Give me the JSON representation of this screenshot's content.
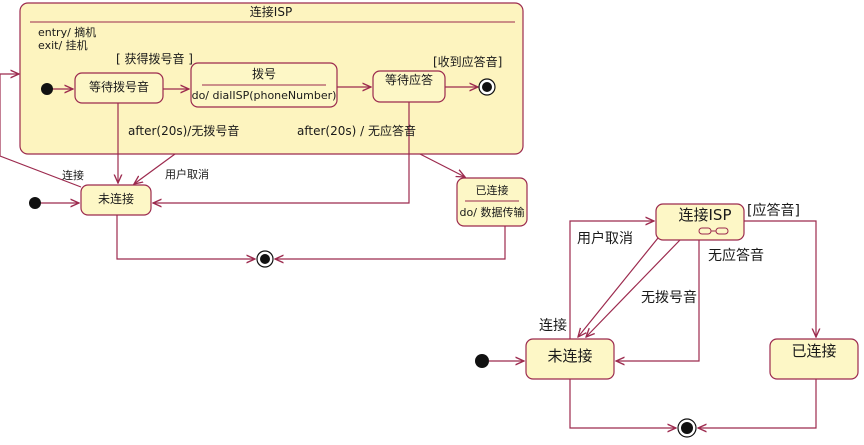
{
  "colors": {
    "line": "#9c2a4e",
    "fill": "#fdf7c6",
    "fill_composite": "#fdf4bf",
    "initial": "#111111",
    "text": "#1a1a1a"
  },
  "left": {
    "composite": {
      "title": "连接ISP",
      "entry": "entry/ 摘机",
      "exit": "exit/ 挂机"
    },
    "states": {
      "waiting_dial_tone": "等待拨号音",
      "dialing": {
        "title": "拨号",
        "activity": "do/ dialISP(phoneNumber)"
      },
      "waiting_answer": "等待应答",
      "not_connected": "未连接",
      "connected": {
        "title": "已连接",
        "activity": "do/ 数据传输"
      }
    },
    "transitions": {
      "got_dial_tone": "[ 获得拨号音 ]",
      "got_answer": "[收到应答音]",
      "timeout_no_dial_tone": "after(20s)/无拨号音",
      "timeout_no_answer": "after(20s) / 无应答音",
      "user_cancel": "用户取消",
      "connect": "连接"
    }
  },
  "right": {
    "states": {
      "connect_isp": "连接ISP",
      "not_connected": "未连接",
      "connected": "已连接"
    },
    "transitions": {
      "answer_tone": "[应答音]",
      "user_cancel": "用户取消",
      "no_answer_tone": "无应答音",
      "no_dial_tone": "无拨号音",
      "connect": "连接"
    }
  }
}
